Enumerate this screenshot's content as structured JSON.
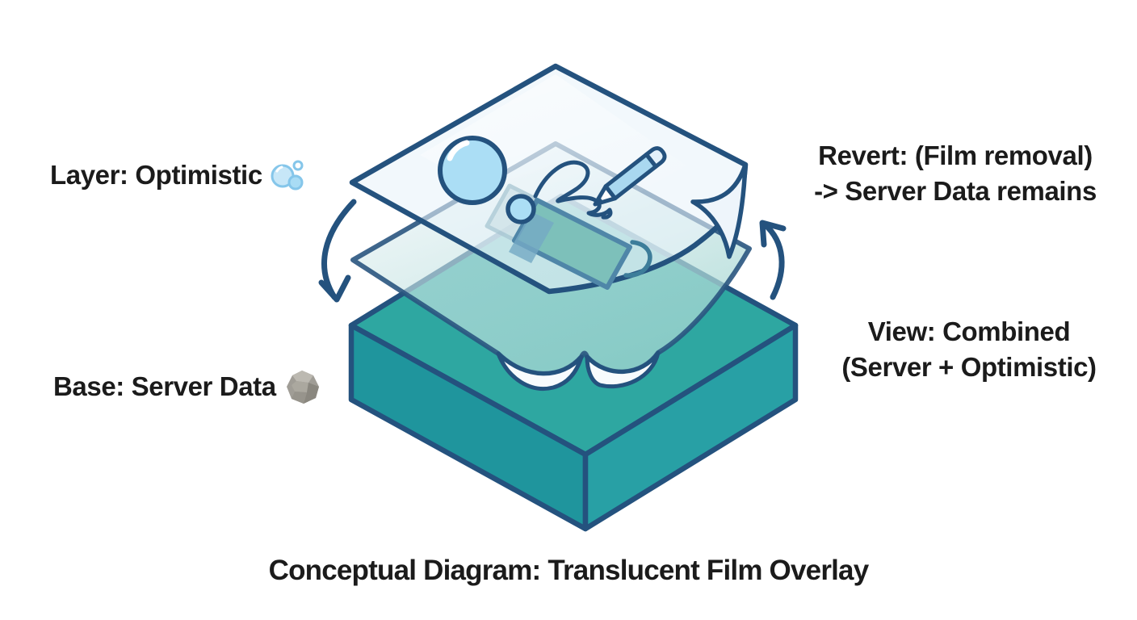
{
  "caption": {
    "text": "Conceptual Diagram: Translucent Film Overlay"
  },
  "labels": {
    "layer": {
      "text": "Layer: Optimistic",
      "icon": "bubbles-icon"
    },
    "base": {
      "text": "Base: Server Data",
      "icon": "rock-icon"
    },
    "revert": {
      "line1": "Revert: (Film removal)",
      "line2": "-> Server Data remains"
    },
    "view": {
      "line1": "View: Combined",
      "line2": "(Server + Optimistic)"
    }
  },
  "diagram": {
    "base_box": "server-data-base-box",
    "film": "translucent-optimistic-film",
    "arrows": {
      "left": "apply-film-arrow",
      "right": "revert-film-arrow"
    },
    "decorations": [
      "bubbles",
      "signature-squiggle",
      "pencil",
      "optimistic-card"
    ]
  },
  "colors": {
    "background": "#ffffff",
    "text": "#1b1b1b",
    "navy": "#24527e",
    "box-top": "#2ea7a1",
    "box-left": "#1f959d",
    "box-right": "#28a0a5",
    "film": "#e9f3fa",
    "film-applied": "#bfe0df",
    "bubble": "#abdef5",
    "pencil": "#a9d8f0",
    "card": "#7dc0ba",
    "card-stripe": "#74a9c4",
    "rock": "#a09d96"
  }
}
